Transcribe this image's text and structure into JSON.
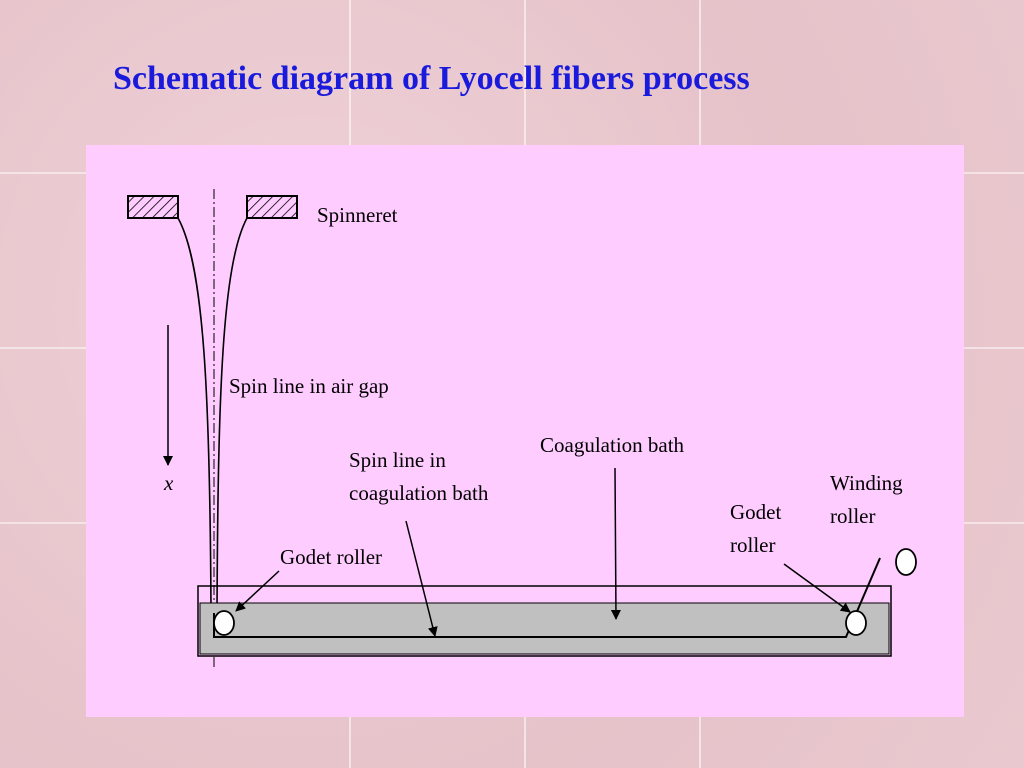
{
  "title": "Schematic diagram of Lyocell fibers process",
  "diagram": {
    "labels": {
      "spinneret": "Spinneret",
      "spin_line_air_gap": "Spin line in air gap",
      "axis_x": "x",
      "spin_line_bath_1": "Spin line in",
      "spin_line_bath_2": "coagulation bath",
      "coagulation_bath": "Coagulation bath",
      "godet_roller_left": "Godet roller",
      "godet_roller_right_1": "Godet",
      "godet_roller_right_2": "roller",
      "winding_roller_1": "Winding",
      "winding_roller_2": "roller"
    },
    "colors": {
      "title": "#1a1adc",
      "panel": "#ffccff",
      "bath_liquid": "#c0c0c0",
      "spinneret_fill": "#ffccff"
    }
  }
}
